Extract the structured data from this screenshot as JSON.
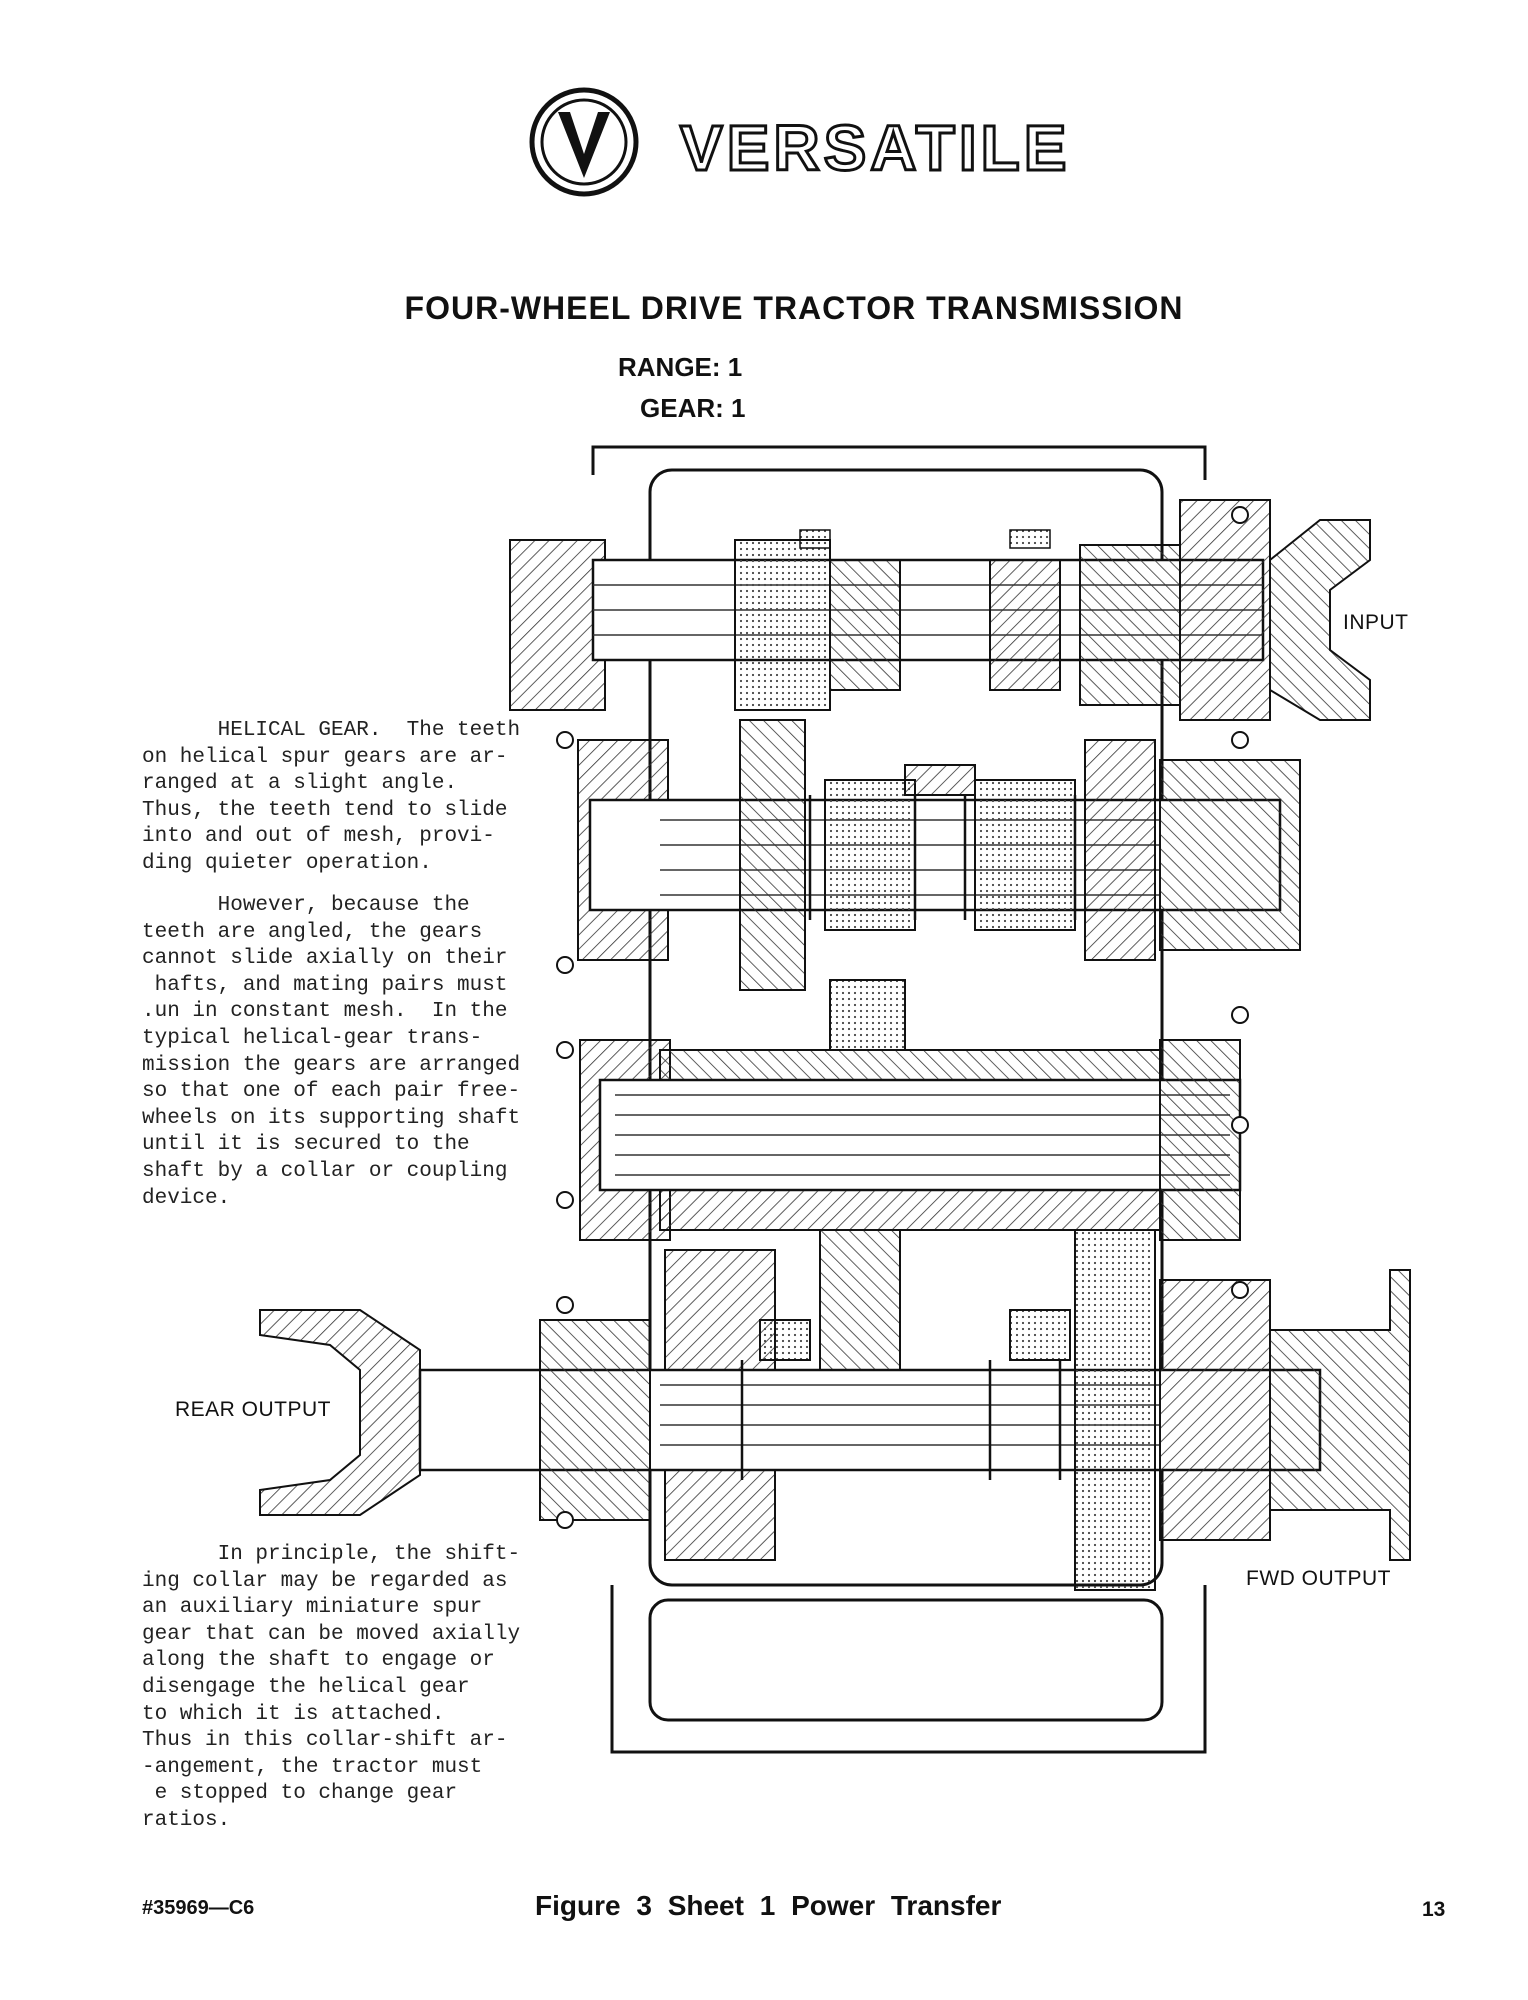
{
  "header": {
    "brand": "VERSATILE",
    "title": "FOUR-WHEEL DRIVE TRACTOR TRANSMISSION",
    "range": "RANGE: 1",
    "gear": "GEAR: 1"
  },
  "text": {
    "para1": "      HELICAL GEAR.  The teeth\non helical spur gears are ar-\nranged at a slight angle.\nThus, the teeth tend to slide\ninto and out of mesh, provi-\nding quieter operation.",
    "para2": "      However, because the\nteeth are angled, the gears\ncannot slide axially on their\n hafts, and mating pairs must\n.un in constant mesh.  In the\ntypical helical-gear trans-\nmission the gears are arranged\nso that one of each pair free-\nwheels on its supporting shaft\nuntil it is secured to the\nshaft by a collar or coupling\ndevice.",
    "para3": "      In principle, the shift-\ning collar may be regarded as\nan auxiliary miniature spur\ngear that can be moved axially\nalong the shaft to engage or\ndisengage the helical gear\nto which it is attached.\nThus in this collar-shift ar-\n-angement, the tractor must\n e stopped to change gear\nratios."
  },
  "labels": {
    "input": "INPUT",
    "rear_output": "REAR OUTPUT",
    "fwd_output": "FWD OUTPUT"
  },
  "footer": {
    "code": "#35969—C6",
    "caption": "Figure 3  Sheet 1  Power Transfer",
    "page": "13"
  },
  "diagram": {
    "subject": "transmission cross-section",
    "shafts": 4
  }
}
